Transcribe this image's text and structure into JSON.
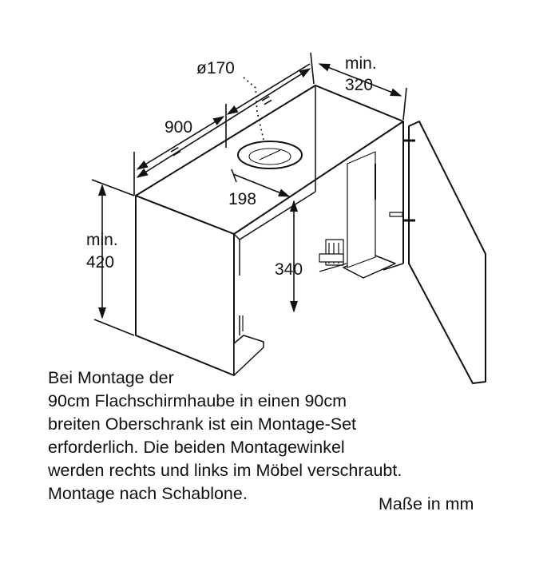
{
  "dimensions": {
    "duct_diameter": "ø170",
    "width": "900",
    "width_half_left": "=",
    "width_half_right": "=",
    "min_depth": [
      "min.",
      "320"
    ],
    "duct_offset": "198",
    "min_height": [
      "min.",
      "420"
    ],
    "inner_height": "340"
  },
  "note": {
    "lines": [
      "Bei Montage der",
      "90cm Flachschirmhaube in einen 90cm",
      "breiten Oberschrank ist ein Montage-Set",
      "erforderlich. Die beiden Montagewinkel",
      "werden rechts und links im Möbel verschraubt.",
      "Montage nach Schablone."
    ]
  },
  "units_label": "Maße in mm"
}
